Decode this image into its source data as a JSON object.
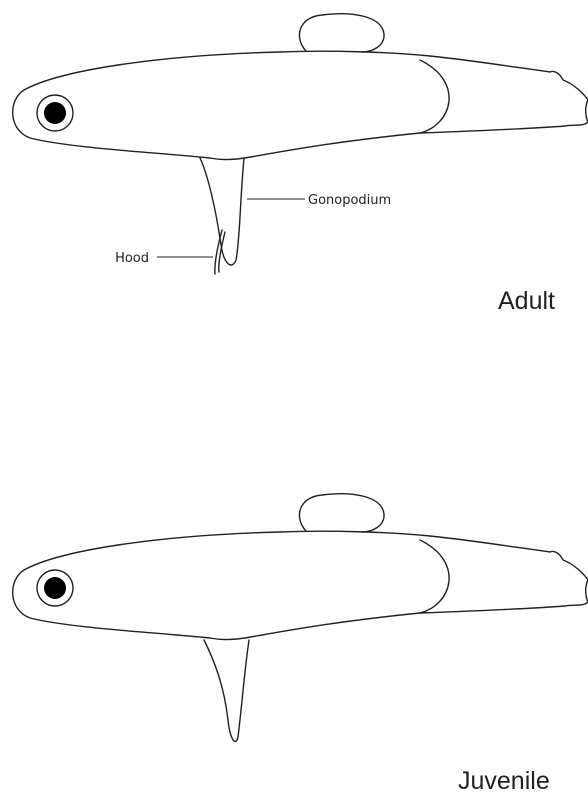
{
  "labels": {
    "gonopodium": "Gonopodium",
    "hood": "Hood",
    "adult": "Adult",
    "juvenile": "Juvenile"
  },
  "colors": {
    "line": "#231f20",
    "eye_fill": "#000000",
    "background": "#ffffff"
  }
}
